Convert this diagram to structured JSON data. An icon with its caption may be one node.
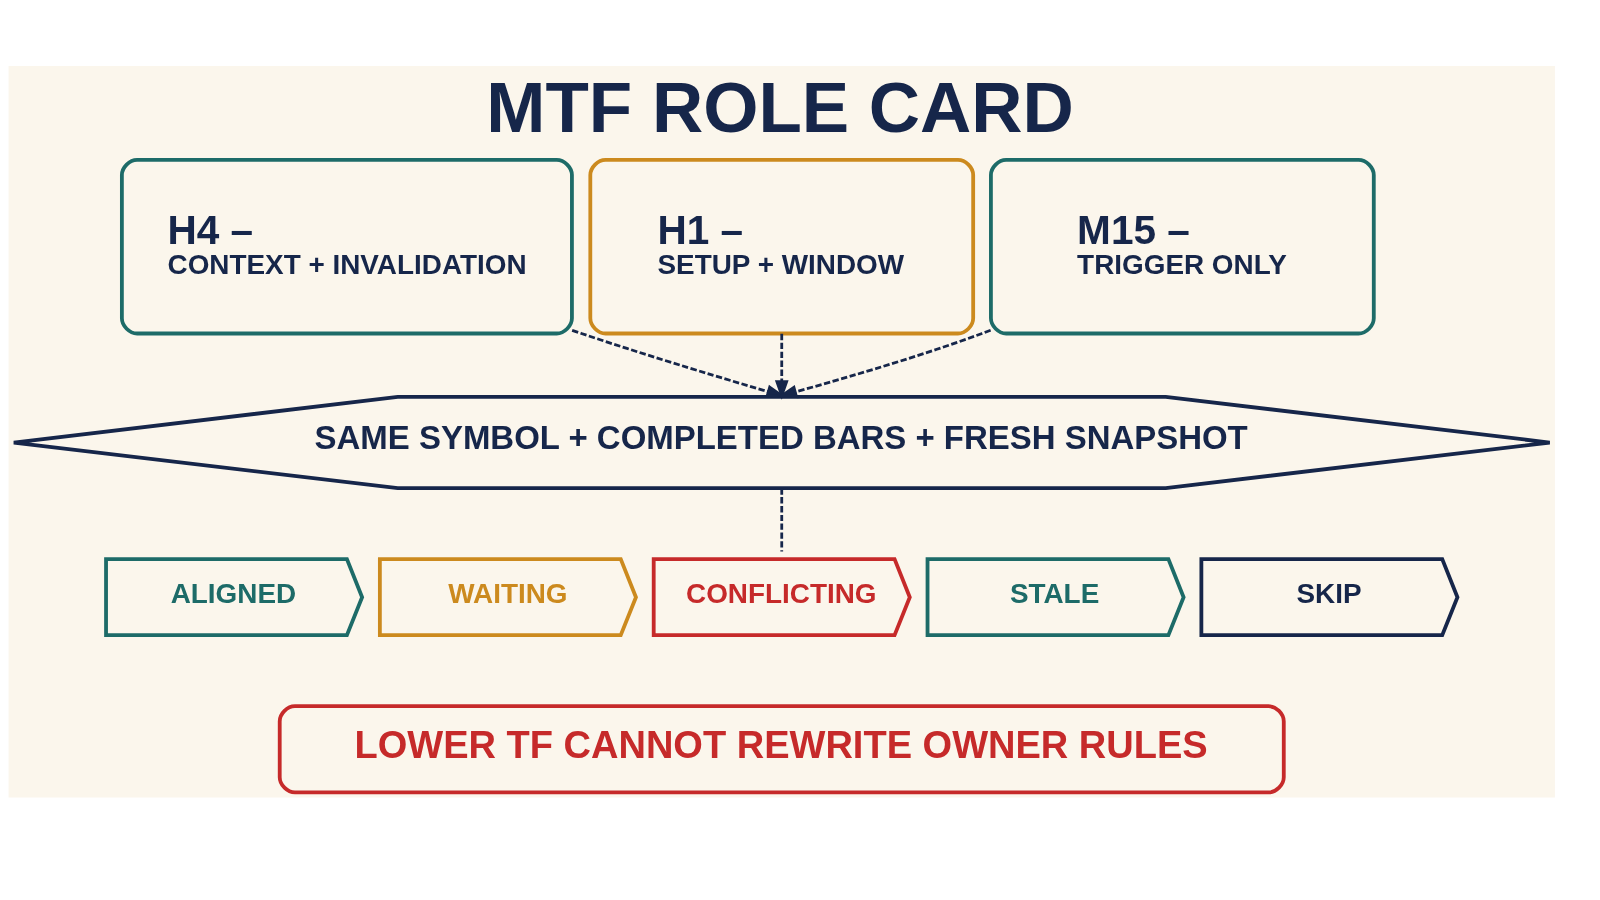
{
  "diagram": {
    "title": "MTF ROLE CARD",
    "nodes": [
      {
        "text": [
          "H4 –",
          "CONTEXT + INVALIDATION"
        ]
      },
      {
        "text": [
          "H1 –",
          "SETUP + WINDOW"
        ]
      },
      {
        "text": [
          "M15 –",
          "TRIGGER ONLY"
        ]
      },
      {
        "text": [
          "SAME SYMBOL + COMPLETED BARS + FRESH SNAPSHOT"
        ]
      },
      {
        "text": [
          "ALIGNED"
        ]
      },
      {
        "text": [
          "WAITING"
        ]
      },
      {
        "text": [
          "CONFLICTING"
        ]
      },
      {
        "text": [
          "STALE"
        ]
      },
      {
        "text": [
          "SKIP"
        ]
      },
      {
        "text": [
          "LOWER TF CANNOT REWRITE OWNER RULES"
        ]
      }
    ],
    "edges": [
      {
        "from": 0,
        "to": 3,
        "arrow": "to",
        "style": "dashed"
      },
      {
        "from": 1,
        "to": 3,
        "arrow": "to",
        "style": "dashed"
      },
      {
        "from": 2,
        "to": 3,
        "arrow": "to",
        "style": "dashed"
      },
      {
        "from": 3,
        "to": 6,
        "arrow": "none",
        "style": "dashed"
      }
    ]
  }
}
